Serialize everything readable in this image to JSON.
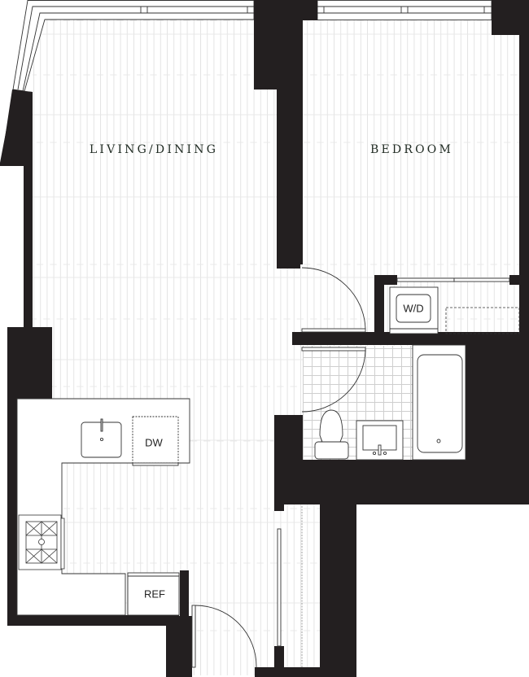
{
  "plan": {
    "wall_color": "#231f20",
    "line_color": "#333333",
    "floor_line_color": "#e6e6e6",
    "label_color": "#1f2a22"
  },
  "rooms": {
    "living_dining": {
      "label": "LIVING/DINING"
    },
    "bedroom": {
      "label": "BEDROOM"
    }
  },
  "fixtures": {
    "washer_dryer": "W/D",
    "dishwasher": "DW",
    "refrigerator": "REF"
  }
}
